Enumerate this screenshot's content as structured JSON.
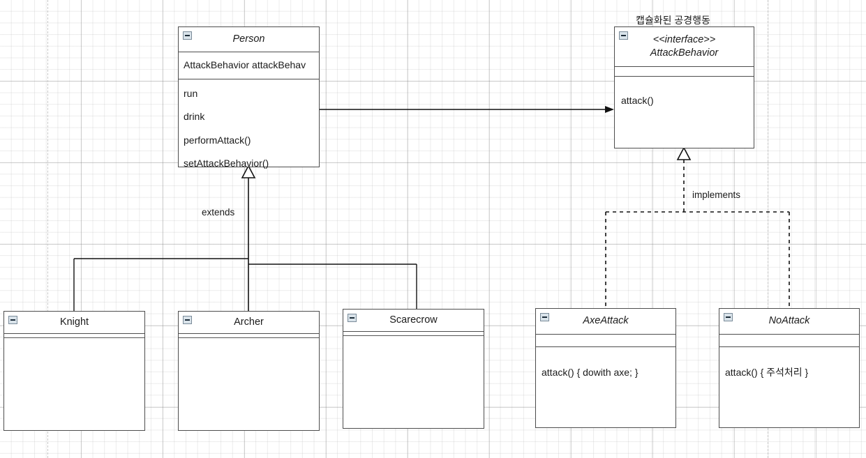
{
  "diagram": {
    "type": "uml-class-diagram",
    "annotation_label": "캡슐화된 공경행동",
    "relationship_labels": {
      "extends": "extends",
      "implements": "implements"
    }
  },
  "classes": {
    "person": {
      "name": "Person",
      "stereotype": "",
      "italic": true,
      "attributes": [
        "AttackBehavior attackBehav"
      ],
      "methods": [
        "run",
        "drink",
        "performAttack()",
        "setAttackBehavior()"
      ]
    },
    "attack_behavior": {
      "stereotype": "<<interface>>",
      "name": "AttackBehavior",
      "italic": true,
      "attributes": [],
      "methods": [
        "attack()"
      ]
    },
    "knight": {
      "name": "Knight",
      "italic": false,
      "attributes": [],
      "methods": []
    },
    "archer": {
      "name": "Archer",
      "italic": false,
      "attributes": [],
      "methods": []
    },
    "scarecrow": {
      "name": "Scarecrow",
      "italic": false,
      "attributes": [],
      "methods": []
    },
    "axe_attack": {
      "name": "AxeAttack",
      "italic": true,
      "attributes": [],
      "methods": [
        "attack() { dowith axe; }"
      ]
    },
    "no_attack": {
      "name": "NoAttack",
      "italic": true,
      "attributes": [],
      "methods": [
        "attack() { 주석처리 }"
      ]
    }
  },
  "colors": {
    "stroke": "#4d4d4d",
    "connector": "#111111",
    "grid_major": "#787878",
    "grid_minor": "#aaaaaa",
    "page_guide": "#c8c8c8",
    "widget_fill": "#d9e3ea",
    "canvas": "#ffffff"
  }
}
